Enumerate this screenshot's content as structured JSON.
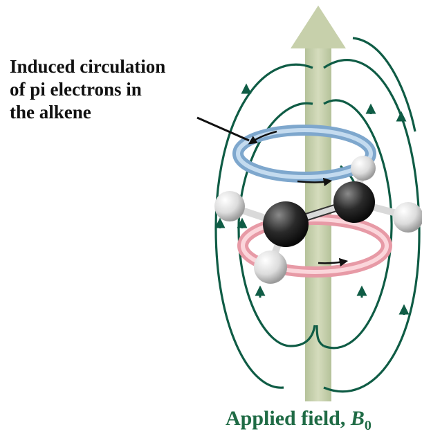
{
  "annotation": {
    "lines": [
      "Induced circulation",
      "of pi electrons in",
      "the alkene"
    ]
  },
  "field_label": {
    "prefix": "Applied field, ",
    "symbol": "B",
    "subscript": "0"
  },
  "colors": {
    "field_line": "#0f5c45",
    "applied_arrow": "#c9d3ad",
    "upper_ring": "#8fb6d9",
    "lower_ring": "#f2b3bb",
    "carbon": "#2a2a2a",
    "hydrogen": "#e6e6e6",
    "label_green": "#1f6b45"
  }
}
